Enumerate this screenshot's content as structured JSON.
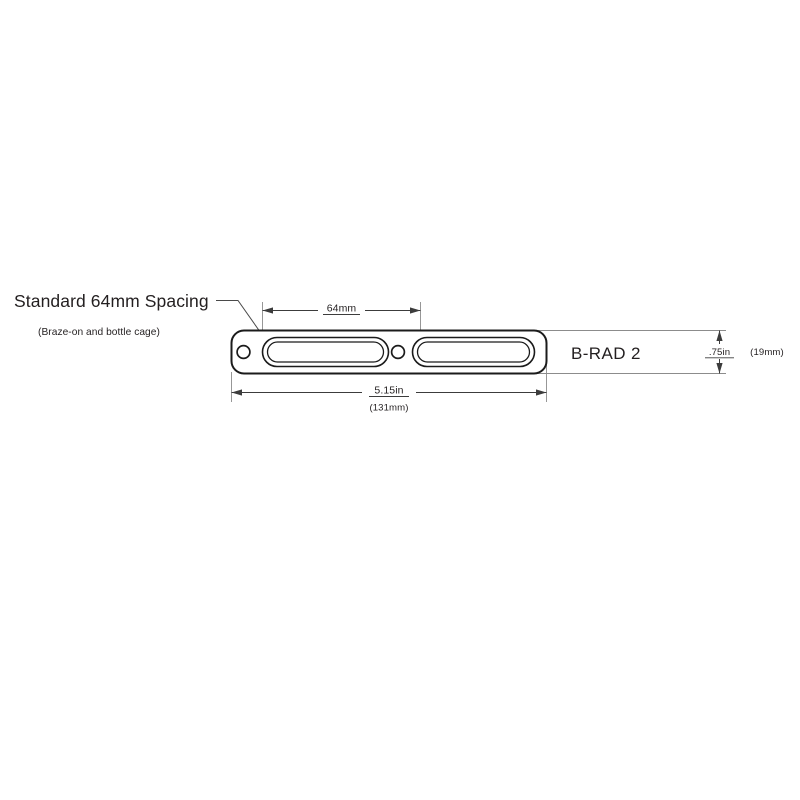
{
  "drawing": {
    "background_color": "#ffffff",
    "line_color": "#1b1b1b",
    "dim_color": "#3c3c3c",
    "ext_color": "#8c8c8c"
  },
  "callout": {
    "title": "Standard 64mm Spacing",
    "subtitle": "(Braze-on and bottle cage)"
  },
  "dimensions": {
    "spacing": {
      "label": "64mm"
    },
    "length": {
      "inches": "5.15in",
      "millimeters": "(131mm)"
    },
    "height": {
      "inches": ".75in",
      "millimeters": "(19mm)"
    }
  },
  "part": {
    "name": "B-RAD 2"
  },
  "icons": {
    "arrow_left": "arrow-left-icon",
    "arrow_right": "arrow-right-icon",
    "arrow_up": "arrow-up-icon",
    "arrow_down": "arrow-down-icon"
  }
}
